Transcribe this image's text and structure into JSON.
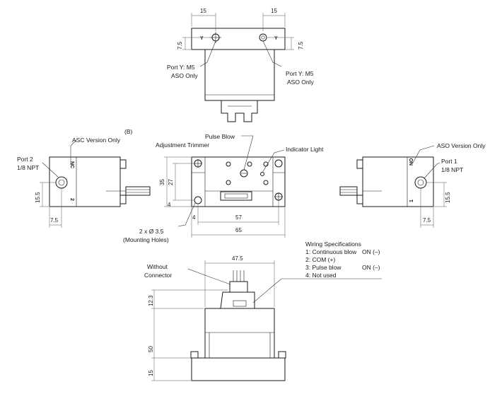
{
  "labels": {
    "port_y_left": "Port Y: M5",
    "port_y_left_sub": "ASO Only",
    "port_y_right": "Port Y: M5",
    "port_y_right_sub": "ASO Only",
    "view_b": "(B)",
    "asc_version": "ASC Version Only",
    "aso_version": "ASO Version Only",
    "port2": "Port 2",
    "port2_sub": "1/8 NPT",
    "port1": "Port 1",
    "port1_sub": "1/8 NPT",
    "pulse_blow": "Pulse Blow",
    "pulse_blow_sub": "Adjustment Trimmer",
    "indicator": "Indicator Light",
    "mounting": "2 x Ø 3.5",
    "mounting_sub": "(Mounting Holes)",
    "without_connector": "Without",
    "without_connector_sub": "Connector",
    "nc_mark": "NC",
    "no_mark": "NO",
    "port2_mark": "2",
    "port1_mark": "1",
    "y_mark": "Y"
  },
  "wiring": {
    "title": "Wiring Specifications",
    "lines": [
      {
        "text": "1: Continuous blow",
        "state": "ON (–)"
      },
      {
        "text": "2: COM (+)",
        "state": ""
      },
      {
        "text": "3: Pulse blow",
        "state": "ON (–)"
      },
      {
        "text": "4: Not used",
        "state": ""
      }
    ]
  },
  "dims": {
    "top_left_15": "15",
    "top_right_15": "15",
    "top_left_7_5": "7.5",
    "top_right_7_5": "7.5",
    "left_15_5": "15.5",
    "left_7_5": "7.5",
    "right_15_5": "15.5",
    "right_7_5": "7.5",
    "front_35": "35",
    "front_27": "27",
    "front_4v": "4",
    "front_4h": "4",
    "front_57": "57",
    "front_65": "65",
    "bottom_47_5": "47.5",
    "bottom_12_3": "12.3",
    "bottom_50": "50",
    "bottom_15": "15"
  }
}
